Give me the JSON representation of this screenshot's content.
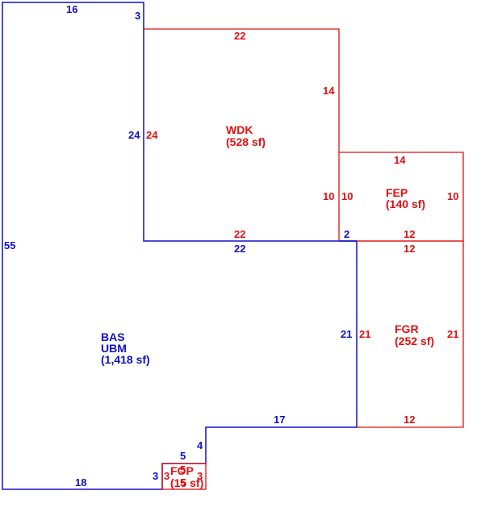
{
  "colors": {
    "main_structure": "#1010c8",
    "additions": "#e01010",
    "background": "#ffffff"
  },
  "areas": {
    "bas": {
      "code1": "BAS",
      "code2": "UBM",
      "area": "(1,418 sf)"
    },
    "wdk": {
      "code": "WDK",
      "area": "(528 sf)"
    },
    "fep": {
      "code": "FEP",
      "area": "(140 sf)"
    },
    "fgr": {
      "code": "FGR",
      "area": "(252 sf)"
    },
    "fop": {
      "code": "FOP",
      "area": "(15 sf)"
    }
  },
  "dimensions": {
    "bas": {
      "top": "16",
      "top_step": "3",
      "left": "55",
      "bottom": "18",
      "wdk_side": "24",
      "wdk_bottom": "22",
      "step_right": "2",
      "fgr_side": "21",
      "bottom_right": "17",
      "notch_right": "4",
      "notch_top": "5",
      "notch_left": "3"
    },
    "wdk": {
      "top": "22",
      "right": "14",
      "left": "24",
      "bottom": "22"
    },
    "fep": {
      "top": "14",
      "left": "10",
      "right": "10",
      "bottom": "12",
      "left_outer": "10"
    },
    "fgr": {
      "top": "12",
      "left": "21",
      "right": "21",
      "bottom": "12"
    },
    "fop": {
      "top": "5",
      "left": "3",
      "right": "3",
      "bottom": "5"
    }
  }
}
